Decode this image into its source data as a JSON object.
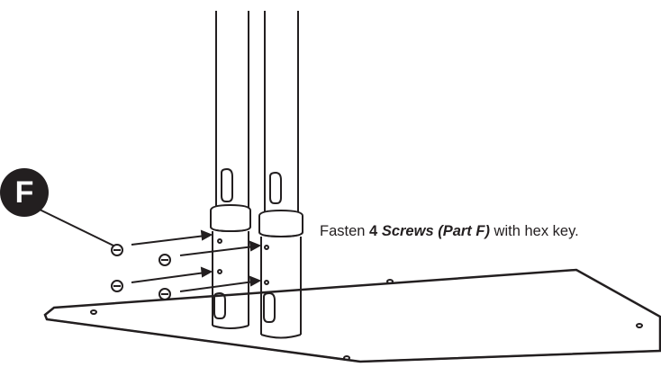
{
  "callout": {
    "letter": "F"
  },
  "instruction": {
    "prefix": "Fasten",
    "quantity": "4",
    "part": "Screws (Part F)",
    "suffix": "with hex key."
  },
  "colors": {
    "ink": "#231f20",
    "paper": "#ffffff"
  }
}
